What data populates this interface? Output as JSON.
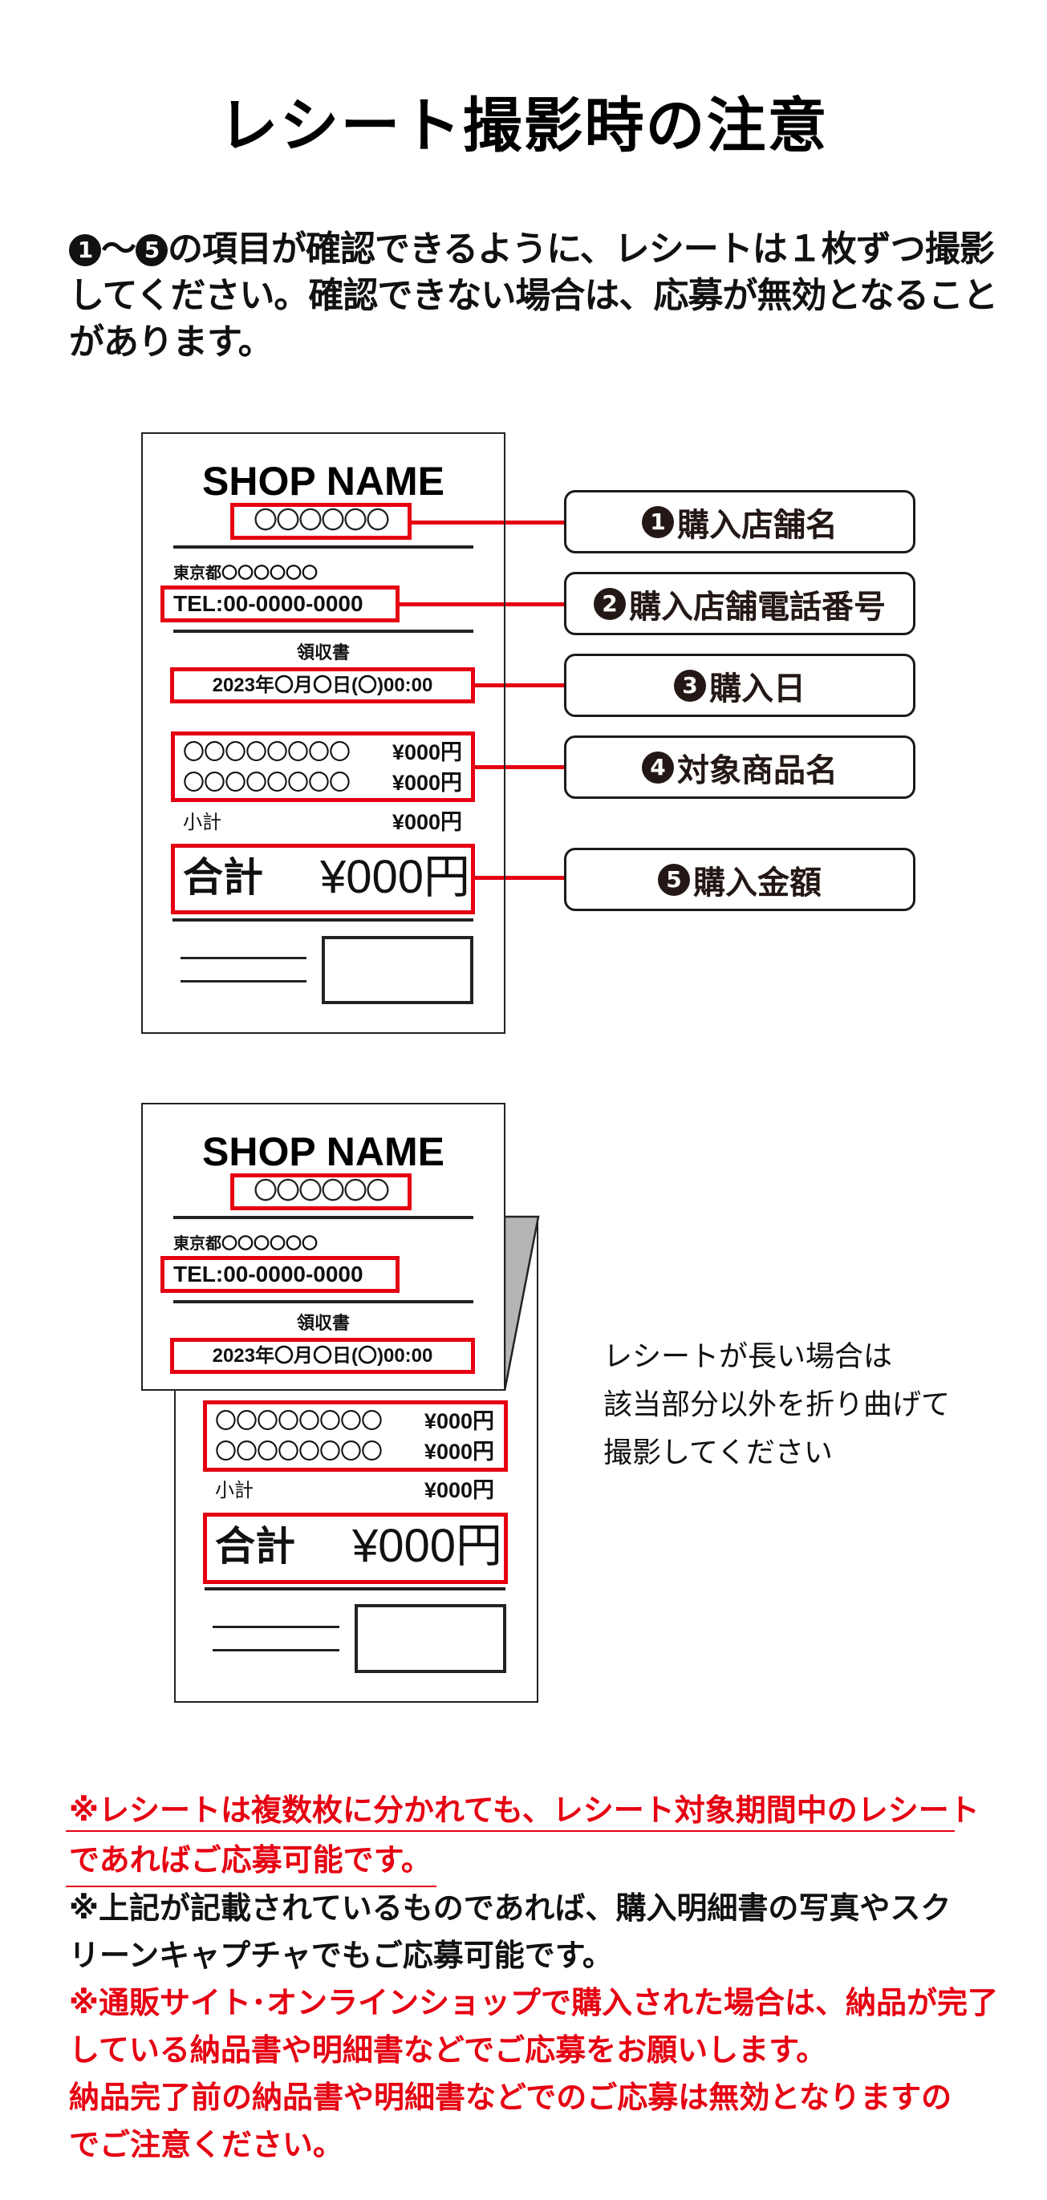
{
  "title": "レシート撮影時の注意",
  "intro": {
    "num_start": "1",
    "range_sep": "～",
    "num_end": "5",
    "line1": "の項目が確認できるように、レシートは１枚ずつ撮影",
    "line2": "してください。確認できない場合は、応募が無効となること",
    "line3": "があります。"
  },
  "receipt": {
    "shop_name": "SHOP NAME",
    "store_circles": "〇〇〇〇〇〇",
    "address": "東京都〇〇〇〇〇〇",
    "tel": "TEL:00-0000-0000",
    "receipt_title": "領収書",
    "datetime": "2023年〇月〇日(〇)00:00",
    "items": [
      {
        "name": "〇〇〇〇〇〇〇〇",
        "price": "¥000円"
      },
      {
        "name": "〇〇〇〇〇〇〇〇",
        "price": "¥000円"
      }
    ],
    "subtotal_label": "小計",
    "subtotal_value": "¥000円",
    "total_label": "合計",
    "total_value": "¥000円"
  },
  "labels": [
    {
      "num": "1",
      "text": "購入店舗名"
    },
    {
      "num": "2",
      "text": "購入店舗電話番号"
    },
    {
      "num": "3",
      "text": "購入日"
    },
    {
      "num": "4",
      "text": "対象商品名"
    },
    {
      "num": "5",
      "text": "購入金額"
    }
  ],
  "side_note": {
    "line1": "レシートが長い場合は",
    "line2": "該当部分以外を折り曲げて",
    "line3": "撮影してください"
  },
  "notes": {
    "n1_line1": "※レシートは複数枚に分かれても、レシート対象期間中のレシート",
    "n1_line2": "であればご応募可能です。",
    "n2_line1": "※上記が記載されているものであれば、購入明細書の写真やスク",
    "n2_line2": "リーンキャプチャでもご応募可能です。",
    "n3_line1": "※通販サイト･オンラインショップで購入された場合は、納品が完了",
    "n3_line2": "している納品書や明細書などでご応募をお願いします。",
    "n3_line3": "納品完了前の納品書や明細書などでのご応募は無効となりますの",
    "n3_line4": "でご注意ください。"
  },
  "colors": {
    "accent_red": "#e60012",
    "text": "#111111",
    "fold_gray": "#b5b5b5"
  }
}
